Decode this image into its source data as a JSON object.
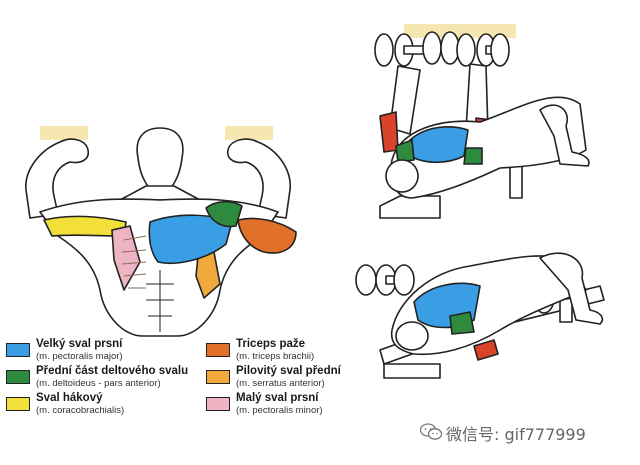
{
  "legend": {
    "items": [
      {
        "name": "Velký sval prsní",
        "latin": "(m. pectoralis major)",
        "color": "#3a9ee4"
      },
      {
        "name": "Přední část deltového svalu",
        "latin": "(m. deltoideus - pars anterior)",
        "color": "#2e8b3d"
      },
      {
        "name": "Sval hákový",
        "latin": "(m. coracobrachialis)",
        "color": "#f2df3a"
      },
      {
        "name": "Triceps paže",
        "latin": "(m. triceps brachii)",
        "color": "#e0702a"
      },
      {
        "name": "Pilovitý sval přední",
        "latin": "(m. serratus anterior)",
        "color": "#f0a93a"
      },
      {
        "name": "Malý sval prsní",
        "latin": "(m. pectoralis minor)",
        "color": "#eeb4c4"
      }
    ]
  },
  "watermark": {
    "text": "微信号: gif777999",
    "icon": "wechat-icon"
  },
  "colors": {
    "pectoralis_major": "#3a9ee4",
    "deltoid": "#2e8b3d",
    "coracobrachialis": "#f2df3a",
    "triceps": "#e0702a",
    "serratus": "#f0a93a",
    "pectoralis_minor": "#eeb4c4",
    "triceps_red": "#d9432a",
    "tab": "#f6e7b0",
    "outline": "#222222"
  }
}
